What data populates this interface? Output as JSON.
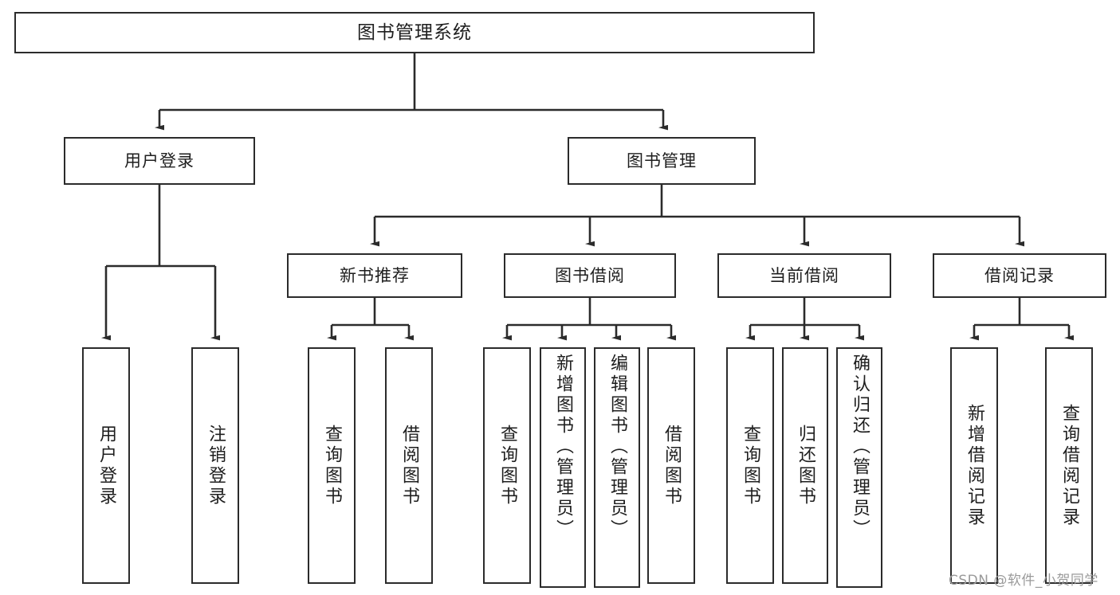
{
  "diagram": {
    "title": "图书管理系统",
    "type": "tree-hierarchy",
    "colors": {
      "background": "#ffffff",
      "node_border": "#2b2b2b",
      "node_fill": "#ffffff",
      "edge": "#2b2b2b",
      "text": "#1e1e1e",
      "watermark": "#9a9a9a"
    }
  },
  "nodes": {
    "root": {
      "label": "图书管理系统"
    },
    "level1": [
      {
        "id": "user-login",
        "label": "用户登录"
      },
      {
        "id": "book-management",
        "label": "图书管理"
      }
    ],
    "level2": [
      {
        "id": "new-book-recommend",
        "label": "新书推荐"
      },
      {
        "id": "book-borrow",
        "label": "图书借阅"
      },
      {
        "id": "current-borrow",
        "label": "当前借阅"
      },
      {
        "id": "borrow-record",
        "label": "借阅记录"
      }
    ],
    "leaves": {
      "user_login": [
        {
          "id": "leaf-user-login",
          "label": "用户登录"
        },
        {
          "id": "leaf-logout-login",
          "label": "注销登录"
        }
      ],
      "new_book_recommend": [
        {
          "id": "leaf-query-book-1",
          "label": "查询图书"
        },
        {
          "id": "leaf-borrow-book-1",
          "label": "借阅图书"
        }
      ],
      "book_borrow": [
        {
          "id": "leaf-query-book-2",
          "label": "查询图书"
        },
        {
          "id": "leaf-add-book-admin",
          "label": "新增图书（管理员）"
        },
        {
          "id": "leaf-edit-book-admin",
          "label": "编辑图书（管理员）"
        },
        {
          "id": "leaf-borrow-book-2",
          "label": "借阅图书"
        }
      ],
      "current_borrow": [
        {
          "id": "leaf-query-book-3",
          "label": "查询图书"
        },
        {
          "id": "leaf-return-book",
          "label": "归还图书"
        },
        {
          "id": "leaf-confirm-return-admin",
          "label": "确认归还（管理员）"
        }
      ],
      "borrow_record": [
        {
          "id": "leaf-add-borrow-record",
          "label": "新增借阅记录"
        },
        {
          "id": "leaf-query-borrow-record",
          "label": "查询借阅记录"
        }
      ]
    }
  },
  "watermark": {
    "text": "CSDN @软件_小贺同学"
  }
}
